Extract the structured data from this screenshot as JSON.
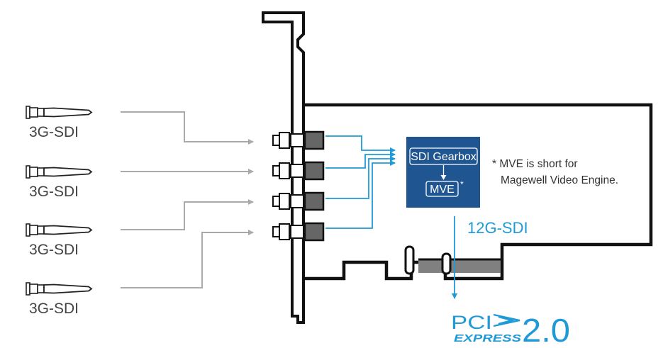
{
  "inputs": [
    {
      "label": "3G-SDI"
    },
    {
      "label": "3G-SDI"
    },
    {
      "label": "3G-SDI"
    },
    {
      "label": "3G-SDI"
    }
  ],
  "chip": {
    "top_label": "SDI Gearbox",
    "bottom_label": "MVE",
    "asterisk": "*"
  },
  "note": {
    "line1": "* MVE is short for",
    "line2": "Magewell Video Engine."
  },
  "output": {
    "label": "12G-SDI"
  },
  "logo": {
    "pci": "PCI",
    "express": "EXPRESS",
    "version": "2.0"
  },
  "colors": {
    "accent_blue": "#1f9ad6",
    "chip_blue": "#1f5591",
    "connector_gray": "#aaaaaa",
    "outline": "#111111",
    "slot_gray": "#808080"
  }
}
